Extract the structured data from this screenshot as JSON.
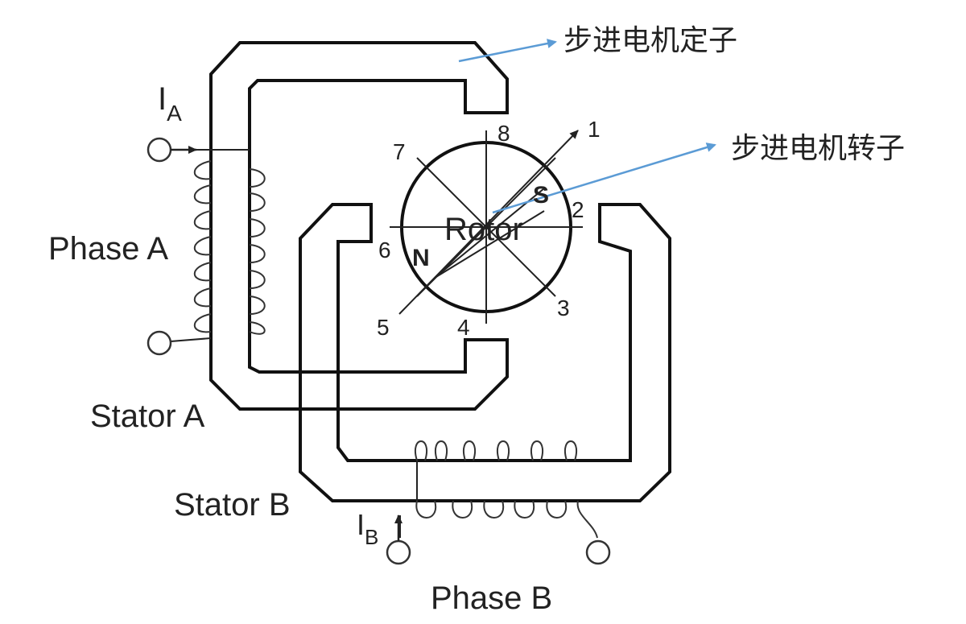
{
  "labels": {
    "stator_cn": "步进电机定子",
    "rotor_cn": "步进电机转子",
    "ia_main": "I",
    "ia_sub": "A",
    "ib_main": "I",
    "ib_sub": "B",
    "phase_a": "Phase A",
    "phase_b": "Phase B",
    "stator_a": "Stator A",
    "stator_b": "Stator B",
    "rotor": "Rotor",
    "pole_n": "N",
    "pole_s": "S"
  },
  "positions": [
    "1",
    "2",
    "3",
    "4",
    "5",
    "6",
    "7",
    "8"
  ],
  "colors": {
    "outline": "#111111",
    "annotation_arrow": "#5b9bd5",
    "text": "#222222"
  }
}
